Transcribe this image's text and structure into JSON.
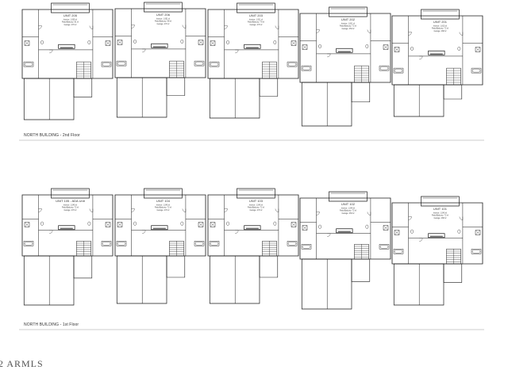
{
  "floors": [
    {
      "id": "second",
      "caption": "NORTH BUILDING - 2nd Floor",
      "units": [
        {
          "label": "UNIT 205",
          "lines": [
            "Interior: 1,905 sf",
            "Patio/Balcony: 81 sf",
            "Garage: 476 sf"
          ]
        },
        {
          "label": "UNIT 206",
          "lines": [
            "Interior: 1,951 sf",
            "Patio/Balcony: 98 sf",
            "Garage: 470 sf"
          ]
        },
        {
          "label": "UNIT 203",
          "lines": [
            "Interior: 1,911 sf",
            "Patio/Balcony: 79 sf",
            "Garage: 476 sf"
          ]
        },
        {
          "label": "UNIT 202",
          "lines": [
            "Interior: 1,811 sf",
            "Patio/Balcony: 72 sf",
            "Garage: 453 sf"
          ]
        },
        {
          "label": "UNIT 201",
          "lines": [
            "Interior: 1,815 sf",
            "Patio/Balcony: 72 sf",
            "Garage: 468 sf"
          ]
        }
      ]
    },
    {
      "id": "first",
      "caption": "NORTH BUILDING - 1st Floor",
      "units": [
        {
          "label": "UNIT 105 - ADA Unit",
          "lines": [
            "Interior: 1,545 sf",
            "Patio/Balcony: 72 sf",
            "Garage: 476 sf"
          ]
        },
        {
          "label": "UNIT 104",
          "lines": [
            "Interior: 1,545 sf",
            "Patio/Balcony: 72 sf",
            "Garage: 476 sf"
          ]
        },
        {
          "label": "UNIT 103",
          "lines": [
            "Interior: 1,545 sf",
            "Patio/Balcony: 72 sf",
            "Garage: 476 sf"
          ]
        },
        {
          "label": "UNIT 102",
          "lines": [
            "Interior: 1,540 sf",
            "Patio/Balcony: 72 sf",
            "Garage: 453 sf"
          ]
        },
        {
          "label": "UNIT 101",
          "lines": [
            "Interior: 1,540 sf",
            "Patio/Balcony: 72 sf",
            "Garage: 468 sf"
          ]
        }
      ]
    }
  ],
  "watermark": "2 ARMLS",
  "colors": {
    "line": "#1a1a1a",
    "rule": "#888888",
    "background": "#ffffff"
  }
}
